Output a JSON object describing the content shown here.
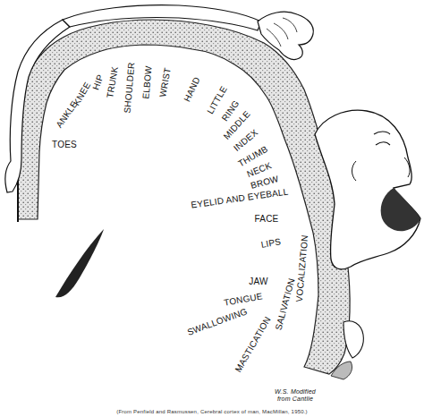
{
  "diagram": {
    "caption": "(From Penfield and Rasmussen, Cerebral cortex of man, MacMillan, 1950.)",
    "labels": [
      "TOES",
      "ANKLE",
      "KNEE",
      "HIP",
      "TRUNK",
      "SHOULDER",
      "ELBOW",
      "WRIST",
      "HAND",
      "LITTLE",
      "RING",
      "MIDDLE",
      "INDEX",
      "THUMB",
      "NECK",
      "BROW",
      "EYELID AND EYEBALL",
      "FACE",
      "LIPS",
      "JAW",
      "TONGUE",
      "SWALLOWING",
      "MASTICATION",
      "SALIVATION",
      "VOCALIZATION",
      "W.S. Modified from Cantlie"
    ]
  }
}
